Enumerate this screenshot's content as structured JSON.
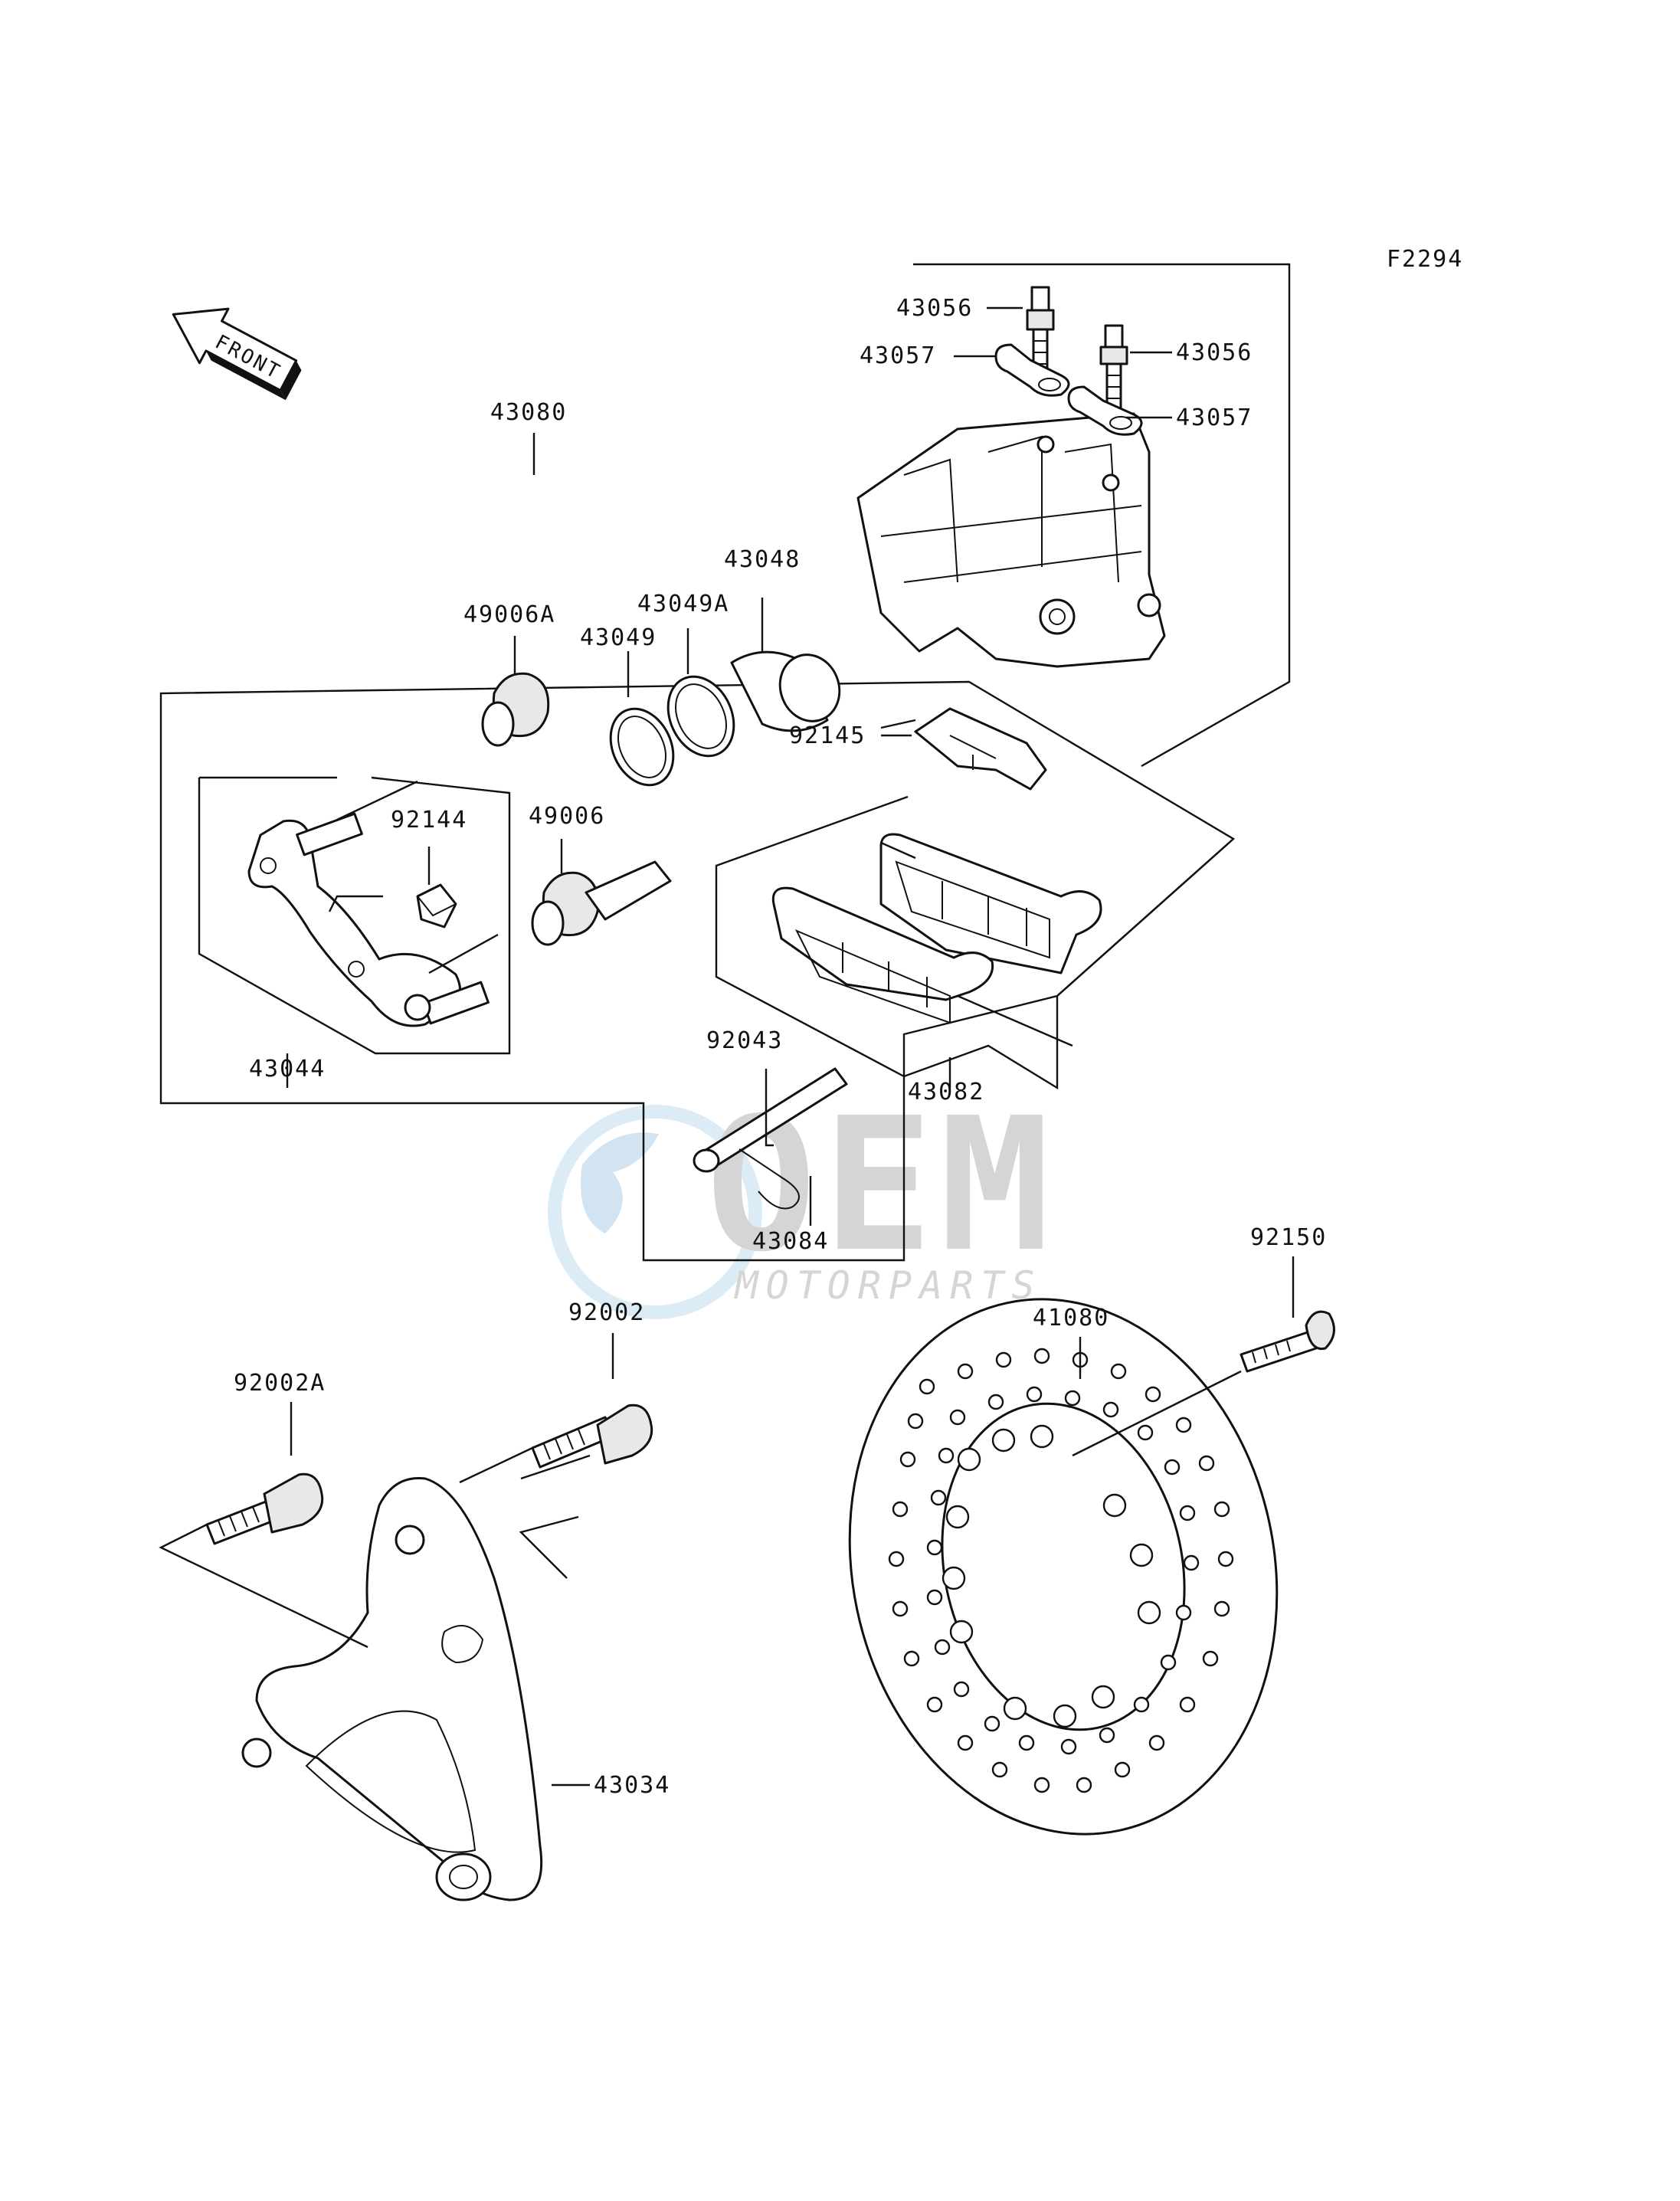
{
  "diagram": {
    "ref_code": "F2294",
    "direction_badge": "FRONT",
    "watermark": {
      "brand": "OEM",
      "sub": "MOTORPARTS"
    },
    "labels": {
      "p43080": "43080",
      "p43056a": "43056",
      "p43056b": "43056",
      "p43057a": "43057",
      "p43057b": "43057",
      "p49006A": "49006A",
      "p43049": "43049",
      "p43049A": "43049A",
      "p43048": "43048",
      "p92145": "92145",
      "p92144": "92144",
      "p49006": "49006",
      "p43044": "43044",
      "p92043": "92043",
      "p43082": "43082",
      "p43084": "43084",
      "p92150": "92150",
      "p41080": "41080",
      "p92002": "92002",
      "p92002A": "92002A",
      "p43034": "43034"
    }
  }
}
